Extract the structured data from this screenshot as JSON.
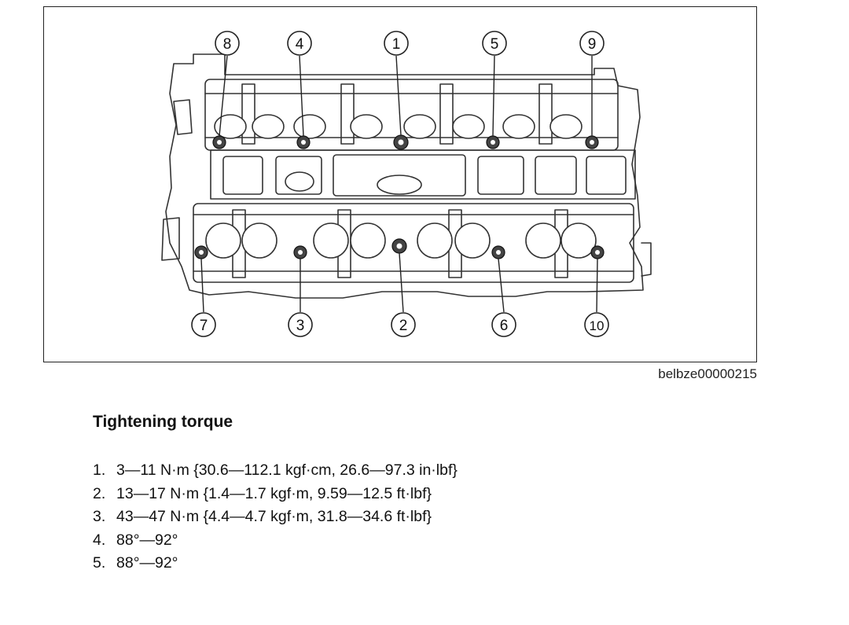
{
  "figure": {
    "id_label": "belbze00000215",
    "top_bolts": [
      "8",
      "4",
      "1",
      "5",
      "9"
    ],
    "bottom_bolts": [
      "7",
      "3",
      "2",
      "6",
      "10"
    ]
  },
  "torque": {
    "heading": "Tightening torque",
    "steps": [
      {
        "num": "1.",
        "text": "3—11 N·m {30.6—112.1 kgf·cm, 26.6—97.3 in·lbf}"
      },
      {
        "num": "2.",
        "text": "13—17 N·m {1.4—1.7 kgf·m, 9.59—12.5 ft·lbf}"
      },
      {
        "num": "3.",
        "text": "43—47 N·m {4.4—4.7 kgf·m, 31.8—34.6 ft·lbf}"
      },
      {
        "num": "4.",
        "text": "88°—92°"
      },
      {
        "num": "5.",
        "text": "88°—92°"
      }
    ]
  }
}
